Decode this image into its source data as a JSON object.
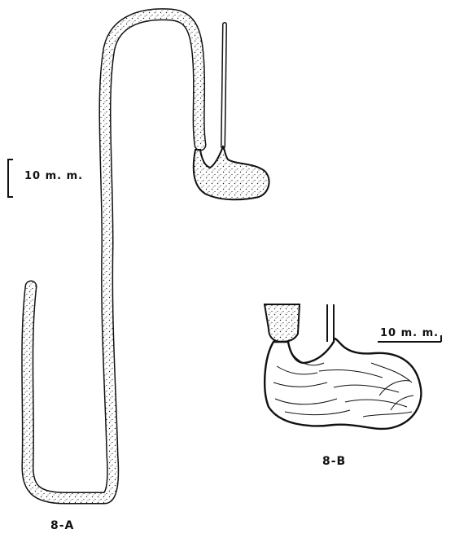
{
  "figure": {
    "scale_label_a": "10 m. m.",
    "scale_label_b": "10 m. m.",
    "caption_a": "8-A",
    "caption_b": "8-B"
  },
  "colors": {
    "ink": "#111111",
    "paper": "#ffffff"
  }
}
